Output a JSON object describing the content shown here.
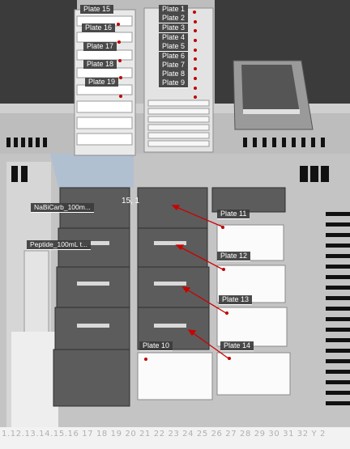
{
  "stack_left_labels": [
    "Plate 15",
    "Plate 16",
    "Plate 17",
    "Plate 18",
    "Plate 19"
  ],
  "stack_right_labels": [
    "Plate 1",
    "Plate 2",
    "Plate 3",
    "Plate 4",
    "Plate 5",
    "Plate 6",
    "Plate 7",
    "Plate 8",
    "Plate 9"
  ],
  "deck_labels": {
    "nabicarb": "NaBiCarb_100m...",
    "peptide": "Peptide_100mL t...",
    "coordinate": "15, 1",
    "plate11": "Plate 11",
    "plate12": "Plate 12",
    "plate13": "Plate 13",
    "plate14": "Plate 14",
    "plate10": "Plate 10"
  },
  "ruler_text": "1.12.13.14.15.16 17 18 19 20 21 22 23 24 25 26 27 28 29 30 31 32 Y 2",
  "colors": {
    "transfer_arrow": "#cc0000",
    "marker_dot": "#c00000",
    "label_bg": "#3c3c3c"
  }
}
